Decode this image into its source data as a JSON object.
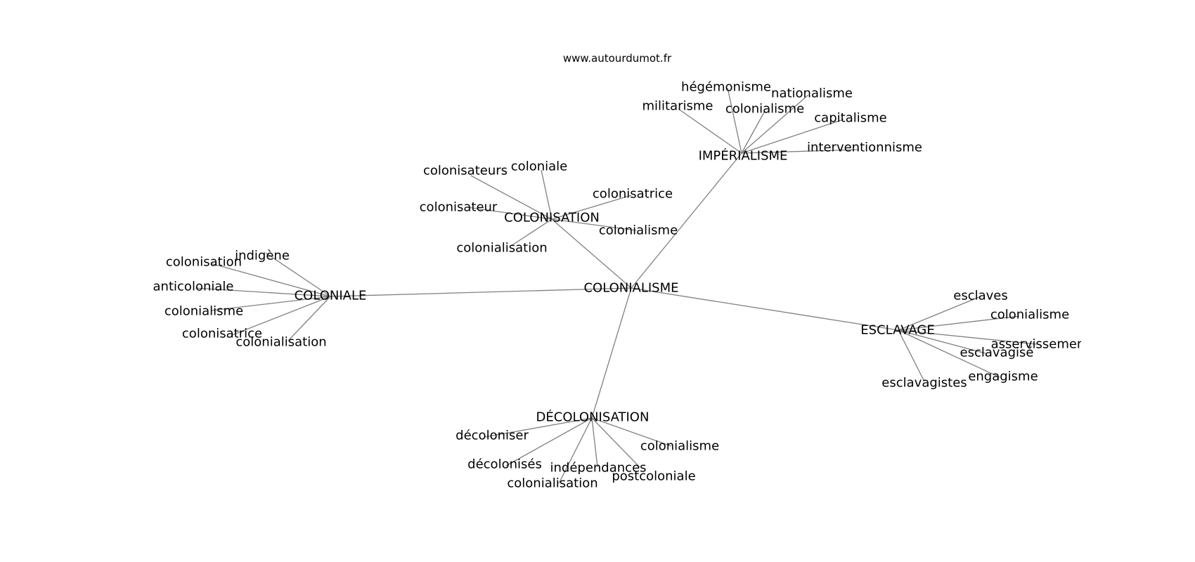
{
  "site": "www.autourdumot.fr",
  "graph": {
    "center": "COLONIALISME",
    "hubs": [
      {
        "id": "colonisation",
        "label": "COLONISATION",
        "words": [
          "colonisateurs",
          "coloniale",
          "colonisatrice",
          "colonisateur",
          "colonialisme",
          "colonialisation"
        ]
      },
      {
        "id": "imperialisme",
        "label": "IMPÉRIALISME",
        "words": [
          "hégémonisme",
          "nationalisme",
          "militarisme",
          "colonialisme",
          "capitalisme",
          "interventionnisme"
        ]
      },
      {
        "id": "coloniale",
        "label": "COLONIALE",
        "words": [
          "colonisation",
          "indigène",
          "anticoloniale",
          "colonialisme",
          "colonisatrice",
          "colonialisation"
        ]
      },
      {
        "id": "esclavage",
        "label": "ESCLAVAGE",
        "words": [
          "esclaves",
          "colonialisme",
          "asservissement",
          "esclavagisé",
          "engagisme",
          "esclavagistes"
        ]
      },
      {
        "id": "decolonisation",
        "label": "DÉCOLONISATION",
        "words": [
          "décoloniser",
          "colonialisme",
          "décolonisés",
          "indépendances",
          "colonialisation",
          "postcoloniale"
        ]
      }
    ]
  }
}
